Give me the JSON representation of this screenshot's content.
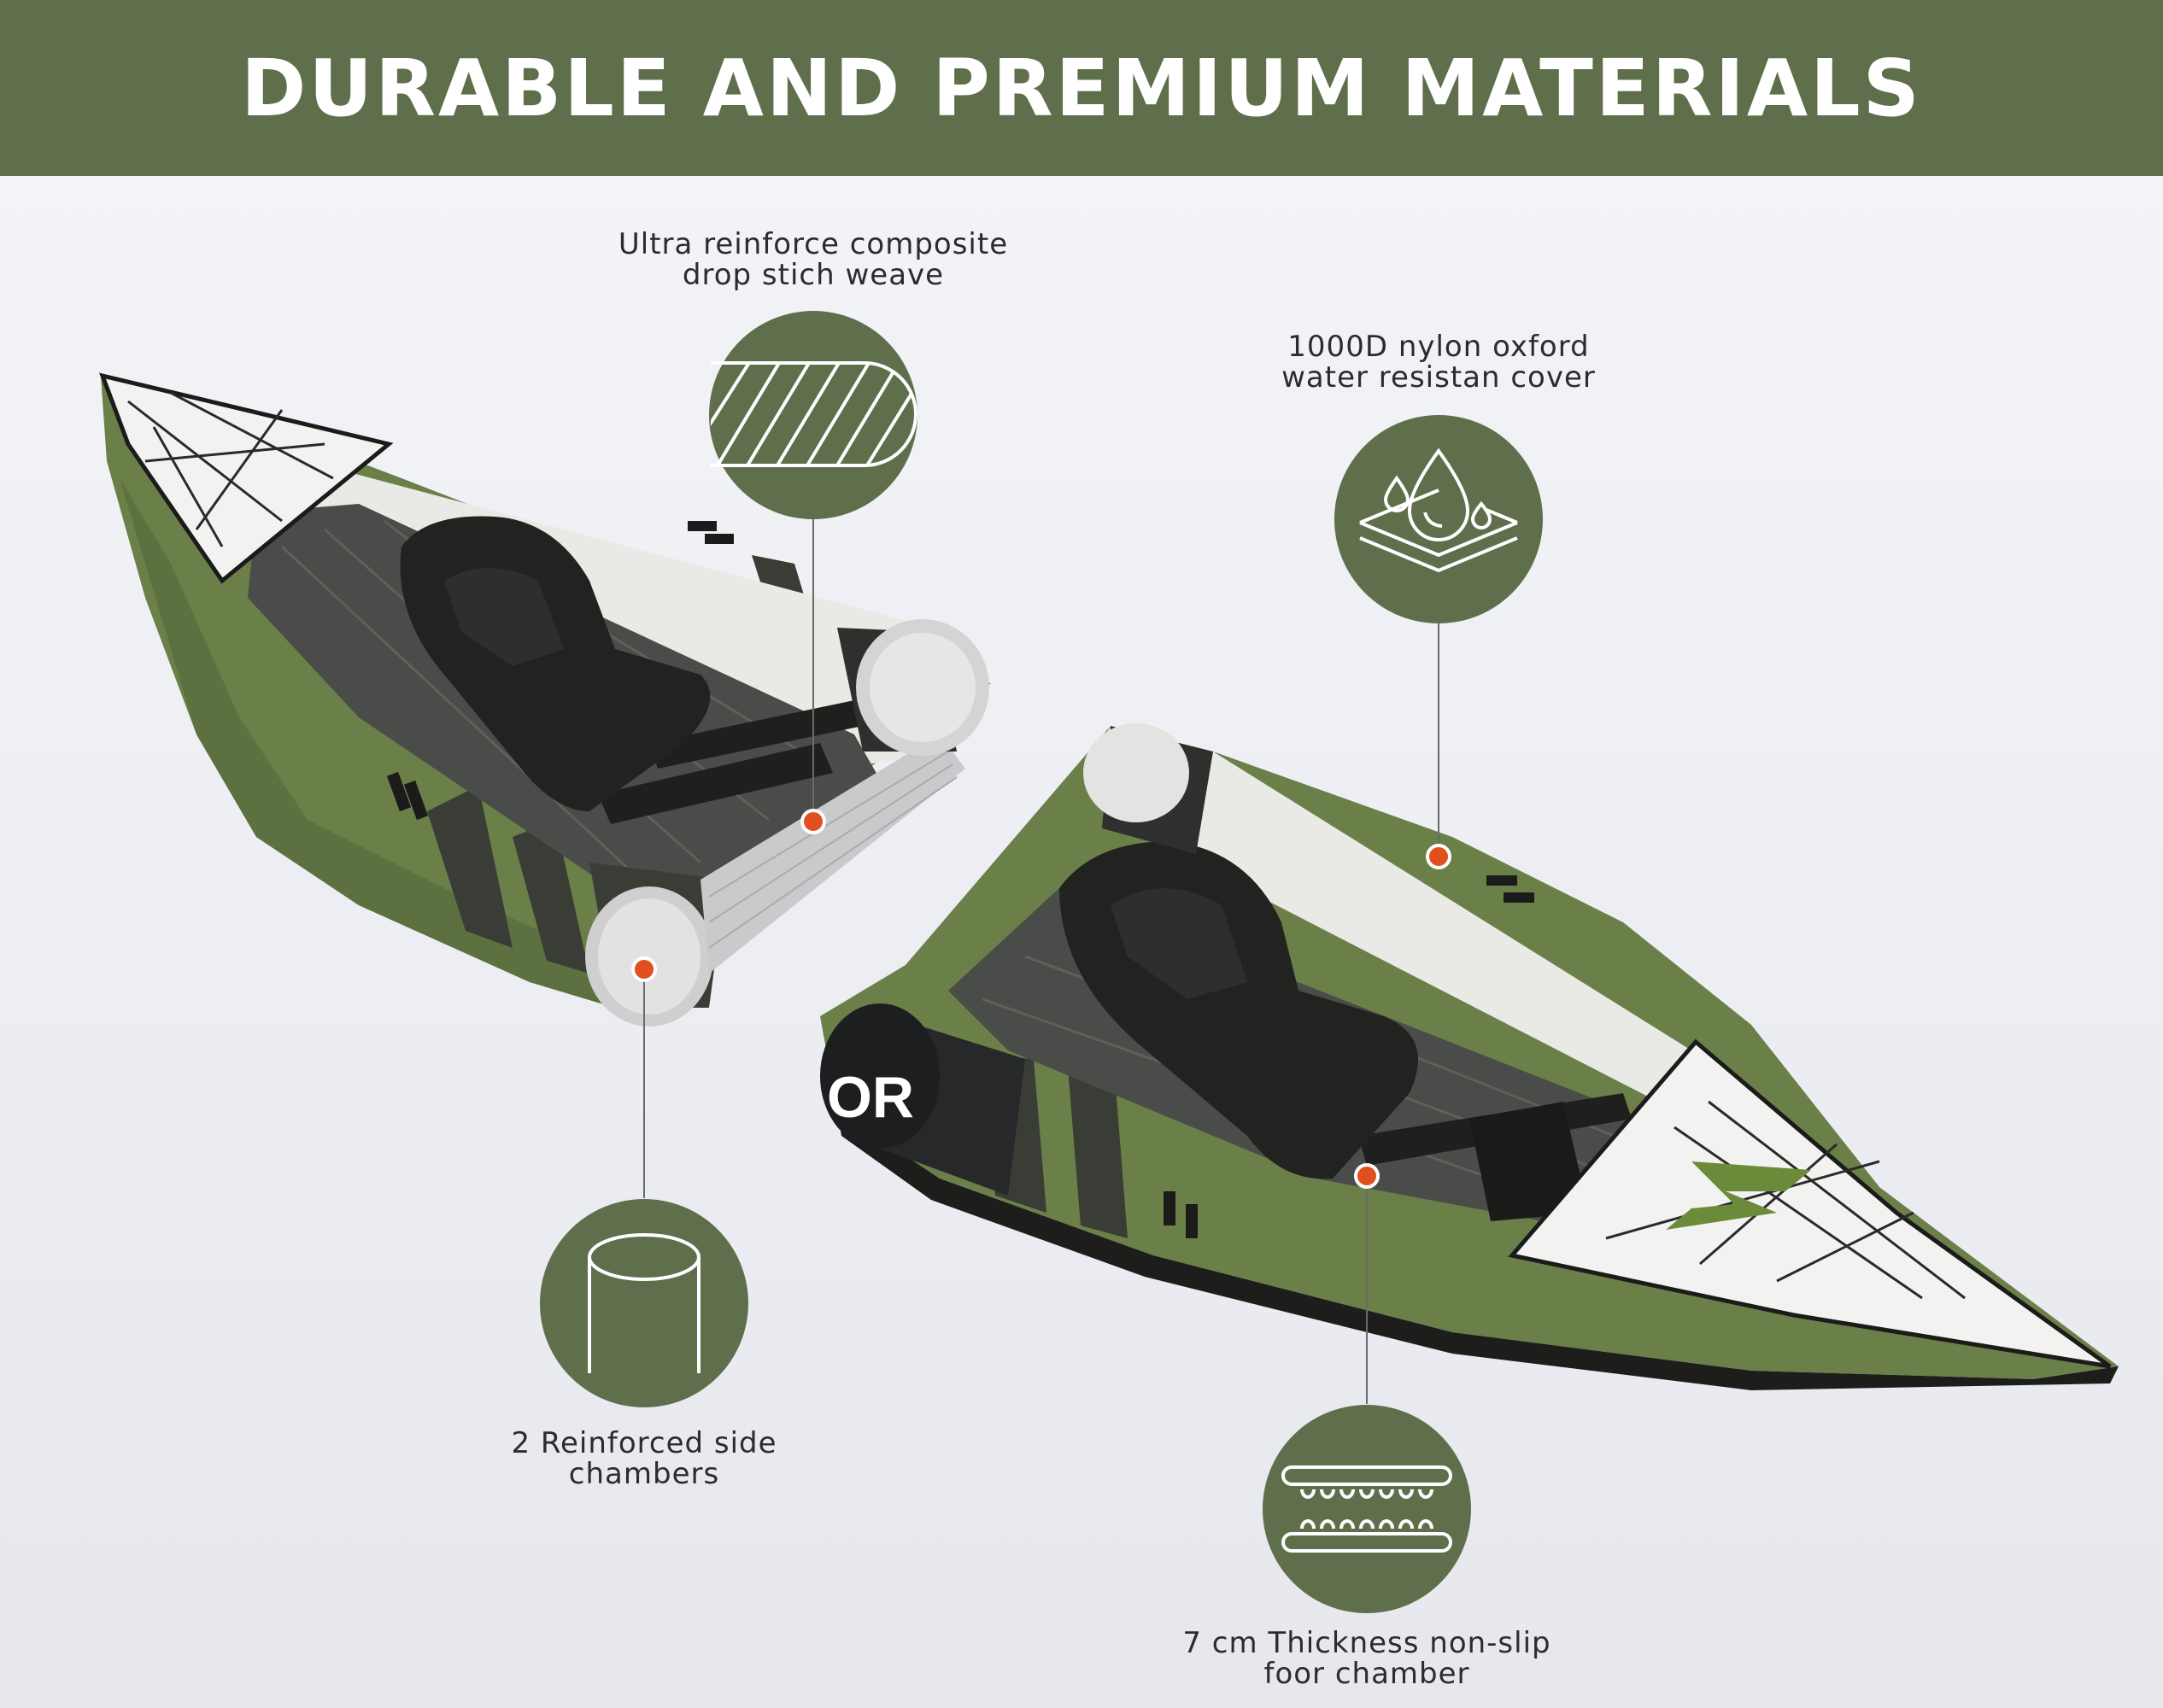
{
  "header": {
    "title": "DURABLE AND PREMIUM MATERIALS"
  },
  "colors": {
    "banner": "#5f6f4b",
    "badge": "#5f6f4b",
    "hull_green": "#6b7f48",
    "hull_dark": "#3a3d36",
    "tube_white": "#e9eae6",
    "marker": "#e04f1d"
  },
  "features": [
    {
      "icon": "woven-fabric-icon",
      "line1": "Ultra reinforce composite",
      "line2": "drop stich weave"
    },
    {
      "icon": "water-drop-layers-icon",
      "line1": "1000D nylon oxford",
      "line2": "water resistan cover"
    },
    {
      "icon": "cylinder-icon",
      "line1": "2 Reinforced side",
      "line2": "chambers"
    },
    {
      "icon": "drop-stitch-layers-icon",
      "line1": "7 cm Thickness non-slip",
      "line2": "foor chamber"
    }
  ],
  "kayak": {
    "bow_text": "OR"
  }
}
